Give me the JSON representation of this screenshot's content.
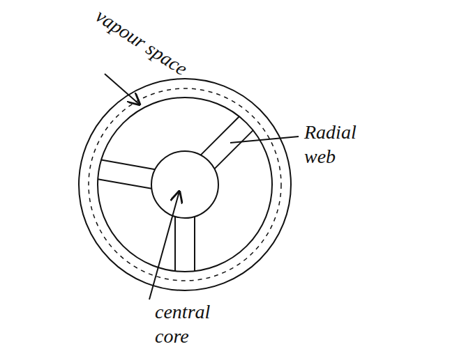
{
  "diagram": {
    "labels": [
      "vapour space",
      "Radial web",
      "central core"
    ]
  }
}
